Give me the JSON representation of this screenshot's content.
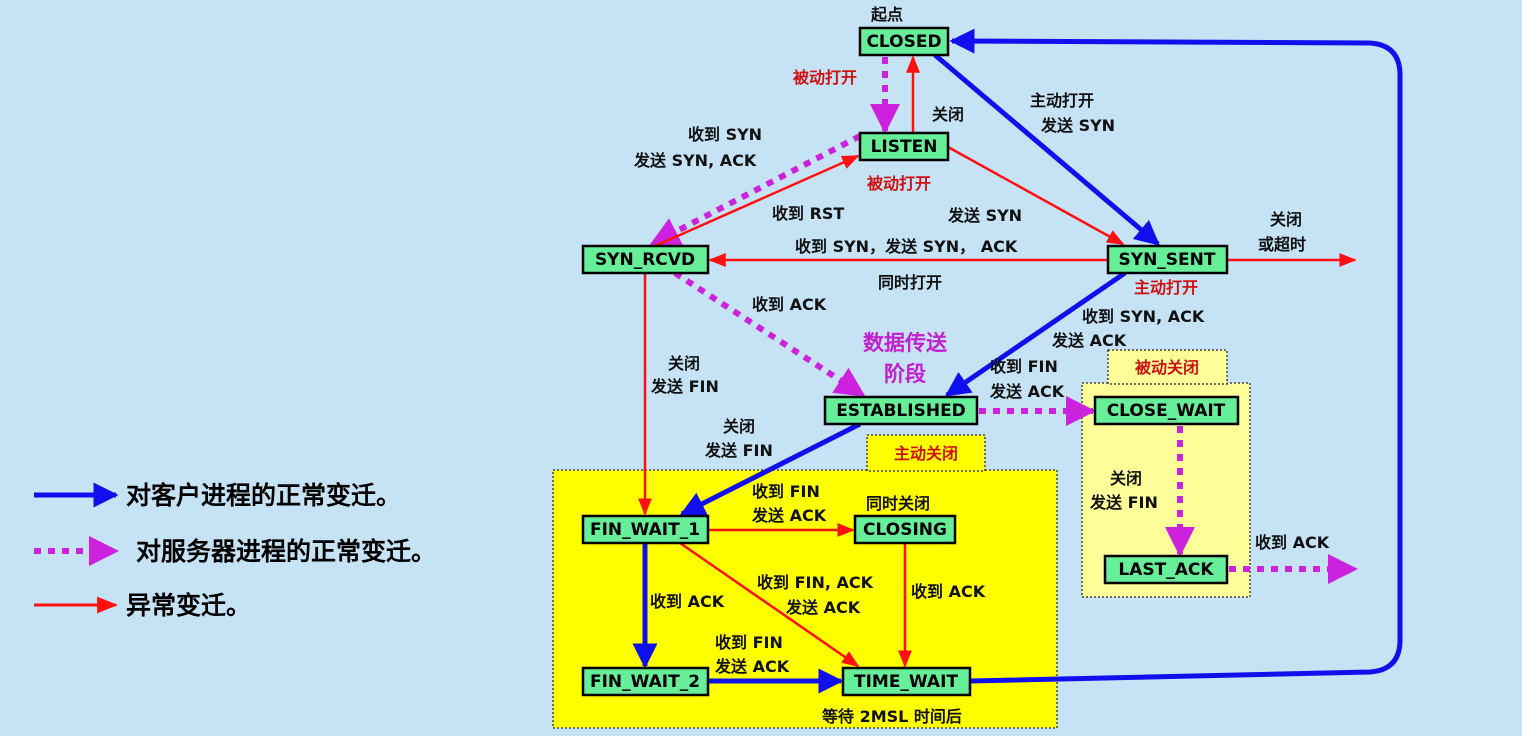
{
  "states": {
    "closed": "CLOSED",
    "listen": "LISTEN",
    "syn_rcvd": "SYN_RCVD",
    "syn_sent": "SYN_SENT",
    "established": "ESTABLISHED",
    "close_wait": "CLOSE_WAIT",
    "fin_wait_1": "FIN_WAIT_1",
    "closing": "CLOSING",
    "fin_wait_2": "FIN_WAIT_2",
    "time_wait": "TIME_WAIT",
    "last_ack": "LAST_ACK"
  },
  "labels": {
    "start": "起点",
    "passive_open_1": "被动打开",
    "close_1": "关闭",
    "active_open_send_syn": [
      "主动打开",
      "发送 SYN"
    ],
    "recv_syn_send_synack": [
      "收到 SYN",
      "发送 SYN, ACK"
    ],
    "passive_open_2": "被动打开",
    "recv_rst": "收到 RST",
    "send_syn": "发送 SYN",
    "recv_syn_send_syn_ack": "收到 SYN，发送 SYN， ACK",
    "close_or_timeout": [
      "关闭",
      "或超时"
    ],
    "simultaneous_open": "同时打开",
    "active_open": "主动打开",
    "recv_ack_1": "收到 ACK",
    "recv_synack_send_ack": [
      "收到 SYN, ACK",
      "发送 ACK"
    ],
    "data_transfer": [
      "数据传送",
      "阶段"
    ],
    "close_send_fin_1": [
      "关闭",
      "发送 FIN"
    ],
    "recv_fin_send_ack_1": [
      "收到 FIN",
      "发送 ACK"
    ],
    "passive_close": "被动关闭",
    "close_send_fin_2": [
      "关闭",
      "发送 FIN"
    ],
    "active_close": "主动关闭",
    "recv_fin_send_ack_2": [
      "收到 FIN",
      "发送 ACK"
    ],
    "simultaneous_close": "同时关闭",
    "close_send_fin_3": [
      "关闭",
      "发送 FIN"
    ],
    "recv_ack_2": "收到 ACK",
    "recv_ack_3": "收到 ACK",
    "recv_finack_send_ack": [
      "收到 FIN, ACK",
      "发送 ACK"
    ],
    "recv_ack_4": "收到 ACK",
    "recv_fin_send_ack_3": [
      "收到 FIN",
      "发送 ACK"
    ],
    "wait_2msl": "等待 2MSL 时间后"
  },
  "legend": [
    {
      "label": "对客户进程的正常变迁。",
      "color": "#1010ee",
      "style": "solid-thick"
    },
    {
      "label": "对服务器进程的正常变迁。",
      "color": "#cc22dd",
      "style": "dotted"
    },
    {
      "label": "异常变迁。",
      "color": "#ff1010",
      "style": "solid-thin"
    }
  ],
  "colors": {
    "client": "#1010ee",
    "server": "#cc22dd",
    "abnormal": "#ff1010",
    "state_fill": "#66ee99",
    "region": "#ffff00",
    "region_light": "#ffff99"
  }
}
